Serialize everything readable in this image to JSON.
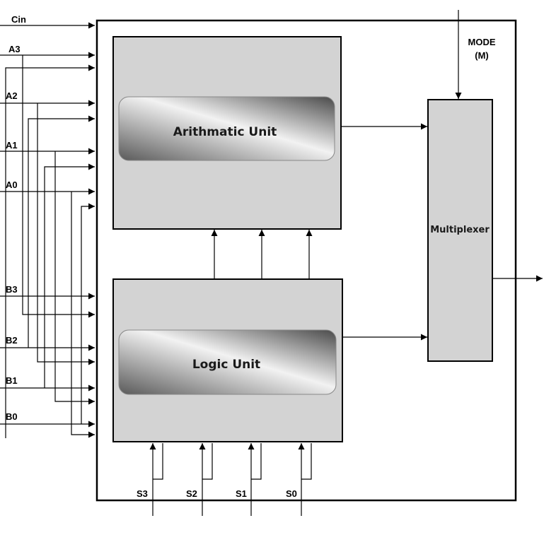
{
  "blocks": {
    "arithmetic": "Arithmatic Unit",
    "logic": "Logic Unit",
    "mux": "Multiplexer"
  },
  "mode": {
    "line1": "MODE",
    "line2": "(M)"
  },
  "inputs": {
    "cin": "Cin",
    "a3": "A3",
    "a2": "A2",
    "a1": "A1",
    "a0": "A0",
    "b3": "B3",
    "b2": "B2",
    "b1": "B1",
    "b0": "B0"
  },
  "selects": {
    "s3": "S3",
    "s2": "S2",
    "s1": "S1",
    "s0": "S0"
  },
  "colors": {
    "block_fill": "#d3d3d3",
    "stroke": "#000000",
    "gradient_dark": "#5a5a5a",
    "gradient_light": "#f2f2f2"
  }
}
